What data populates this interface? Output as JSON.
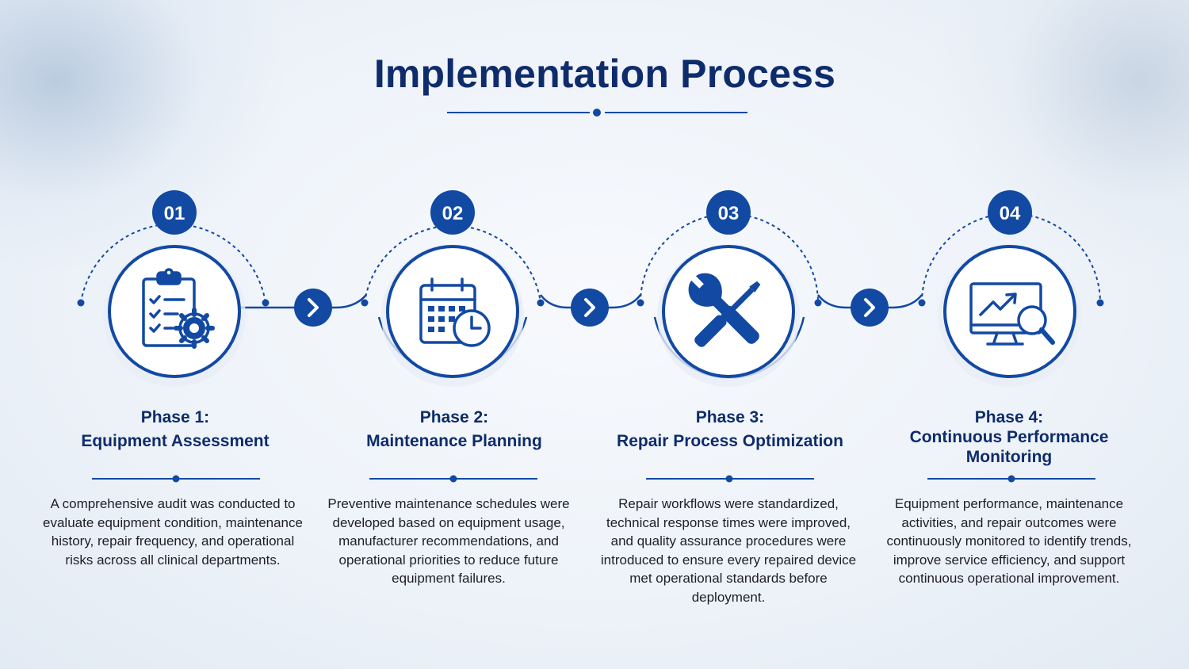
{
  "title": "Implementation Process",
  "colors": {
    "primary": "#1249a3",
    "dark_navy": "#0e2c6b",
    "body_text": "#1e1e28",
    "circle_fill": "#ffffff"
  },
  "phases": [
    {
      "number": "01",
      "title_line1": "Phase 1:",
      "title_line2": "Equipment Assessment",
      "title_line3": "",
      "icon": "clipboard-checklist-gear-icon",
      "description": "A comprehensive audit was conducted to evaluate equipment condition, maintenance history, repair frequency, and operational risks across all clinical departments."
    },
    {
      "number": "02",
      "title_line1": "Phase 2:",
      "title_line2": "Maintenance Planning",
      "title_line3": "",
      "icon": "calendar-clock-icon",
      "description": "Preventive maintenance schedules were developed based on equipment usage, manufacturer recommendations, and operational priorities to reduce future equipment failures."
    },
    {
      "number": "03",
      "title_line1": "Phase 3:",
      "title_line2": "Repair Process Optimization",
      "title_line3": "",
      "icon": "wrench-screwdriver-icon",
      "description": "Repair workflows were standardized, technical response times were improved, and quality assurance procedures were introduced to ensure every repaired device met operational standards before deployment."
    },
    {
      "number": "04",
      "title_line1": "Phase 4:",
      "title_line2": "Continuous Performance",
      "title_line3": "Monitoring",
      "icon": "monitor-chart-magnifier-icon",
      "description": "Equipment performance, maintenance activities, and repair outcomes were continuously monitored to identify trends, improve service efficiency, and support continuous operational improvement."
    }
  ],
  "connector_icon": "chevron-right-icon"
}
